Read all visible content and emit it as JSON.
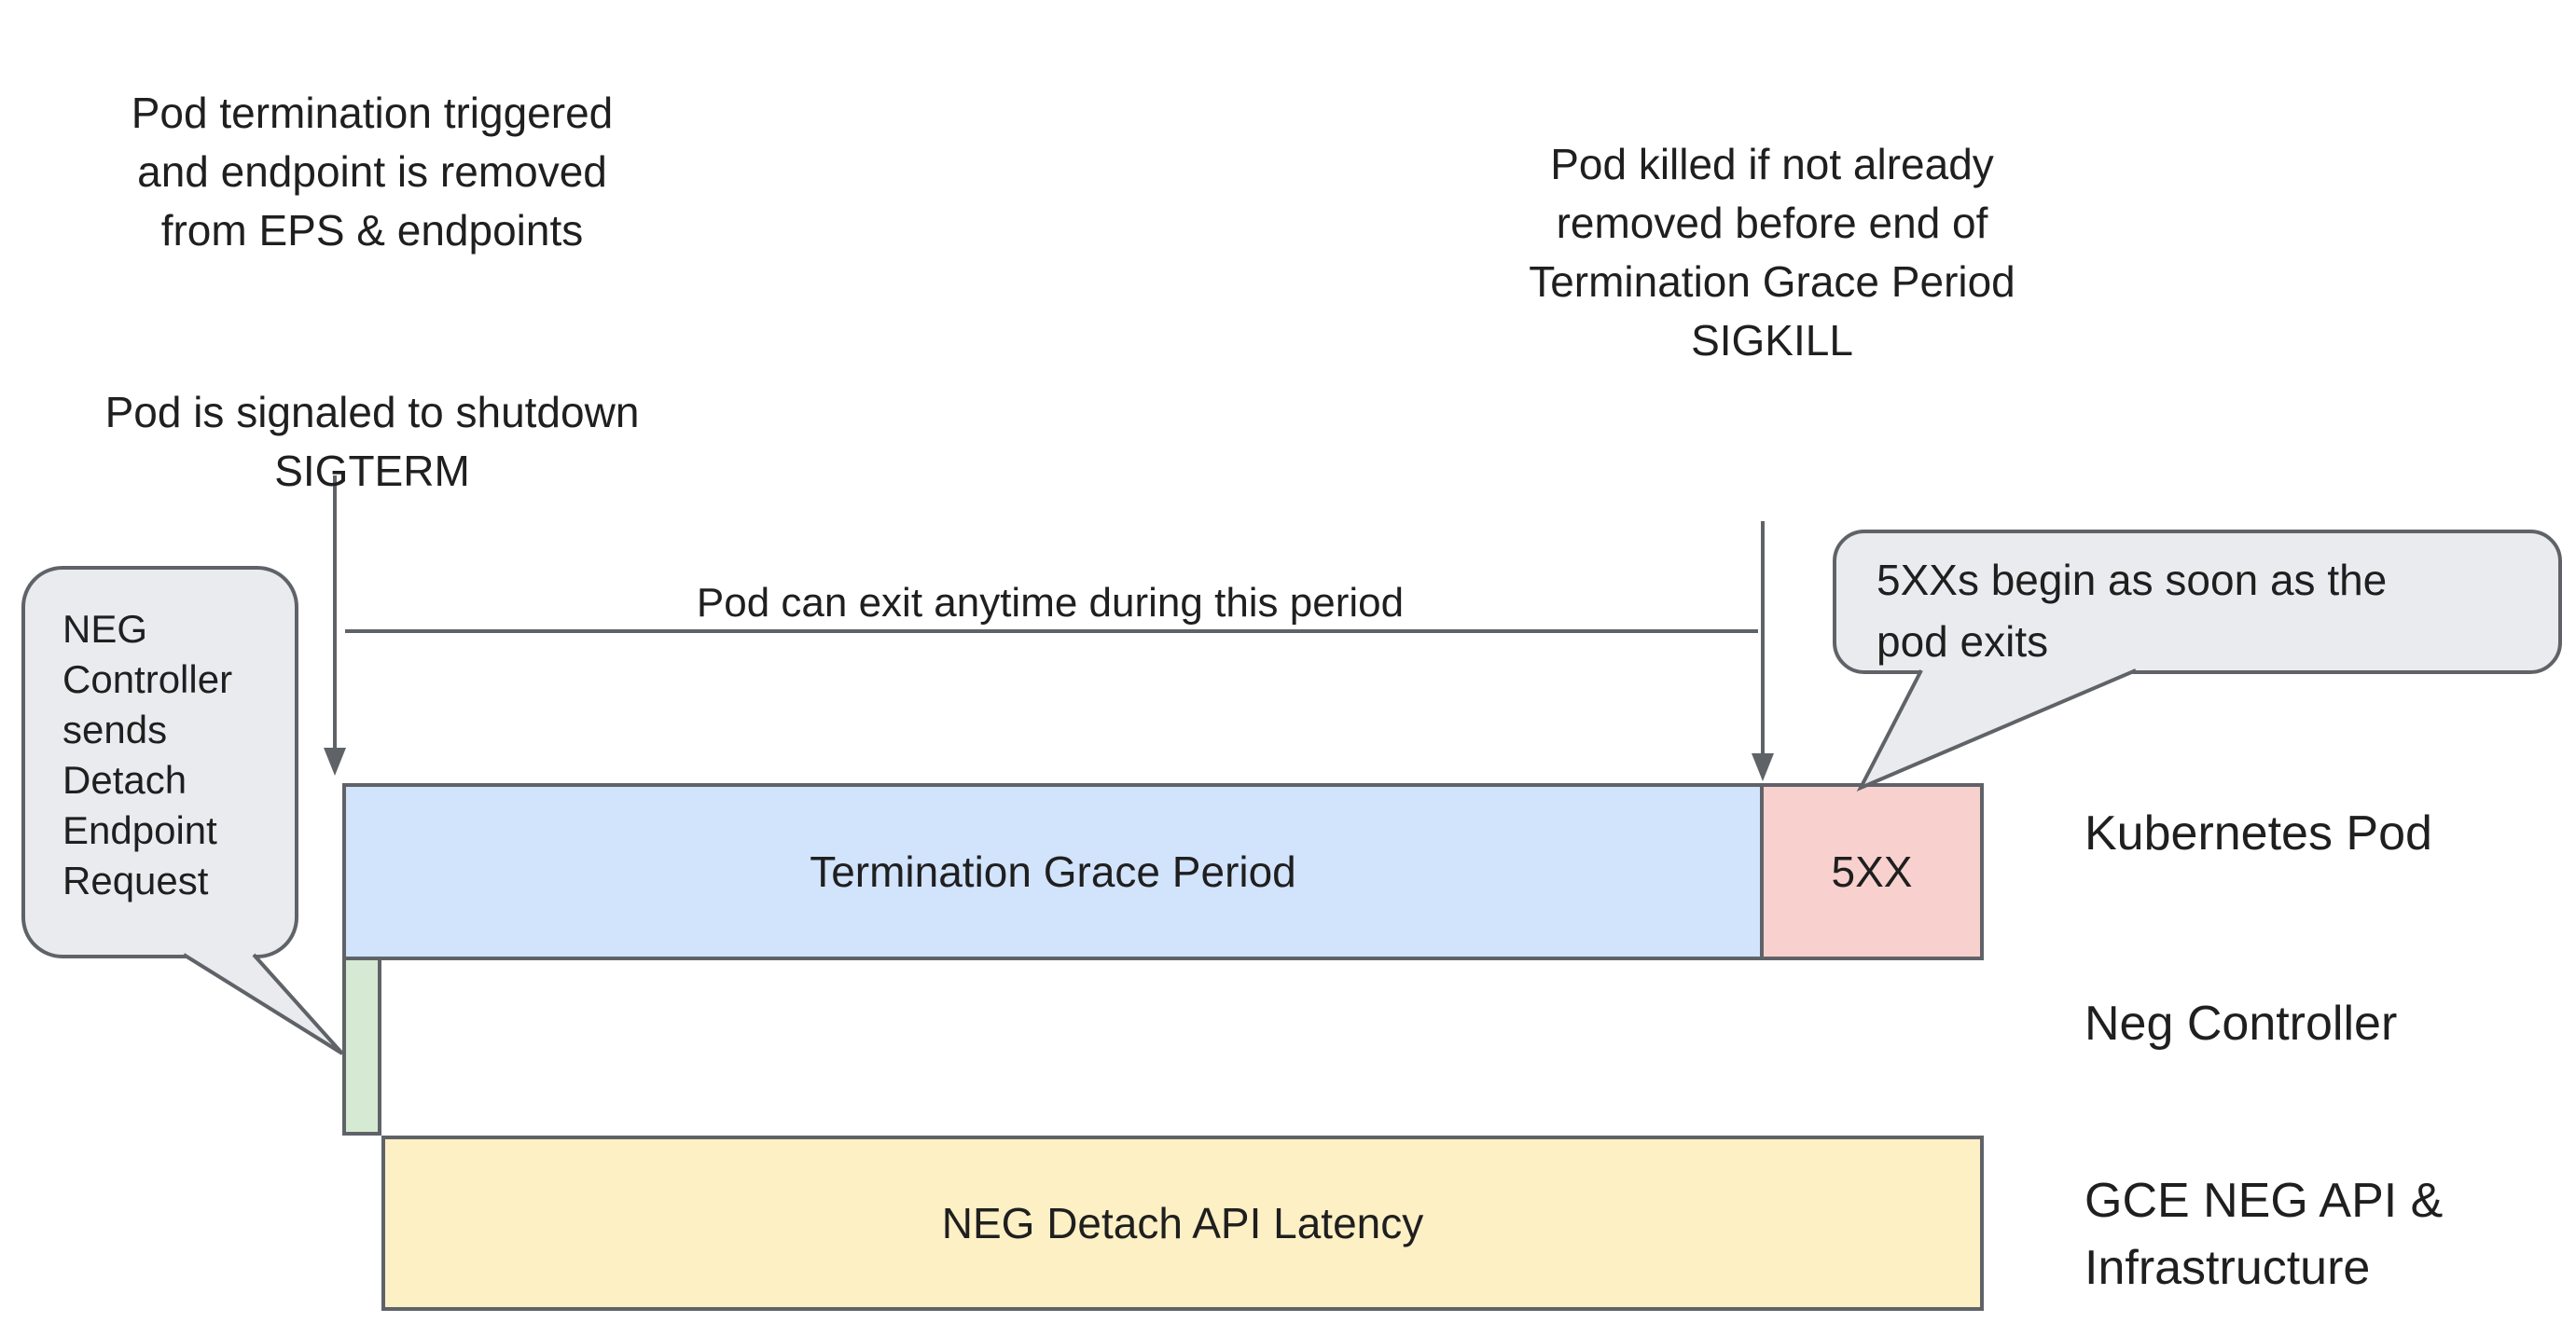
{
  "annotations": {
    "termination_trigger": "Pod termination triggered\nand endpoint is removed\nfrom EPS & endpoints",
    "sigterm": "Pod is signaled to shutdown\nSIGTERM",
    "sigkill": "Pod killed if not already\nremoved before end of\nTermination Grace Period\nSIGKILL",
    "exit_period": "Pod can exit anytime during this period"
  },
  "callouts": {
    "neg_controller": "NEG\nController\nsends\nDetach\nEndpoint\nRequest",
    "errors_begin": "5XXs begin as soon as the\npod exits"
  },
  "bars": {
    "grace_period": {
      "label": "Termination Grace Period",
      "color": "#d2e3fc"
    },
    "errors_5xx": {
      "label": "5XX",
      "color": "#f8d1cf"
    },
    "neg_detach": {
      "color": "#d6e9d3"
    },
    "api_latency": {
      "label": "NEG Detach API Latency",
      "color": "#fdf0c5"
    }
  },
  "lanes": {
    "kubernetes_pod": "Kubernetes Pod",
    "neg_controller": "Neg Controller",
    "gce_neg_api": "GCE NEG API &\nInfrastructure"
  },
  "colors": {
    "callout_fill": "#e9ebee",
    "stroke_gray": "#5f6368",
    "text": "#1f1f1f",
    "background": "#ffffff"
  }
}
